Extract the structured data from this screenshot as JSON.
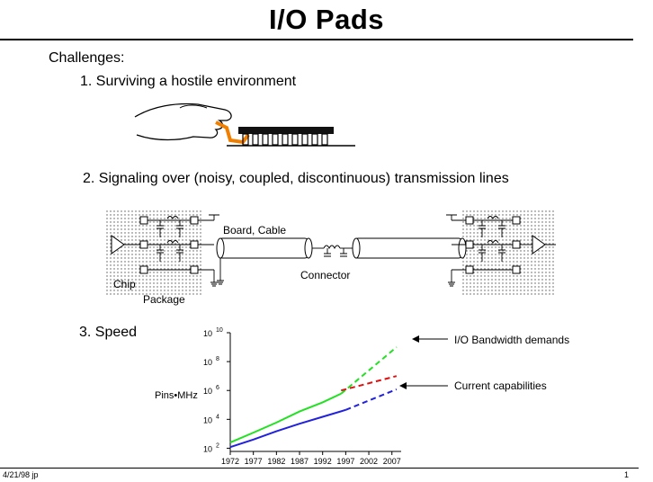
{
  "slide": {
    "title": "I/O Pads",
    "intro": "Challenges:",
    "items": [
      "1.  Surviving a hostile environment",
      "2.  Signaling over (noisy, coupled, discontinuous) transmission lines",
      "3.  Speed"
    ],
    "footer_left": "4/21/98 jp",
    "page_number": "1"
  },
  "diagram": {
    "board_label": "Board, Cable",
    "connector_label": "Connector",
    "chip_label": "Chip",
    "package_label": "Package"
  },
  "chart_data": {
    "type": "line",
    "ylabel": "Pins•MHz",
    "yscale": "log",
    "ylim": [
      60,
      10000000000
    ],
    "xlim": [
      1972,
      2009
    ],
    "x_ticks": [
      "1972",
      "1977",
      "1982",
      "1987",
      "1992",
      "1997",
      "2002",
      "2007"
    ],
    "y_ticks": [
      {
        "base": "10",
        "exp": "2",
        "value": 100
      },
      {
        "base": "10",
        "exp": "4",
        "value": 10000
      },
      {
        "base": "10",
        "exp": "6",
        "value": 1000000
      },
      {
        "base": "10",
        "exp": "8",
        "value": 100000000
      },
      {
        "base": "10",
        "exp": "10",
        "value": 10000000000
      }
    ],
    "series": [
      {
        "name": "I/O Bandwidth demands",
        "color": "#22e022",
        "x": [
          1972,
          1977,
          1982,
          1987,
          1992,
          1996
        ],
        "y": [
          250,
          1200,
          6000,
          35000,
          150000,
          600000
        ],
        "dashed_x": [
          1996,
          2008
        ],
        "dashed_y": [
          600000,
          1000000000
        ]
      },
      {
        "name": "Current capabilities",
        "color": "#2222dd",
        "x": [
          1972,
          1977,
          1982,
          1987,
          1992,
          1997
        ],
        "y": [
          120,
          400,
          1500,
          5000,
          15000,
          45000
        ],
        "dashed_x": [
          1997,
          2008
        ],
        "dashed_y": [
          45000,
          1200000
        ]
      },
      {
        "name": "",
        "color": "#dd1111",
        "x": [],
        "y": [],
        "dashed_x": [
          1996,
          2008
        ],
        "dashed_y": [
          1000000,
          10000000
        ]
      }
    ],
    "annotations": [
      "I/O Bandwidth demands",
      "Current capabilities"
    ]
  }
}
